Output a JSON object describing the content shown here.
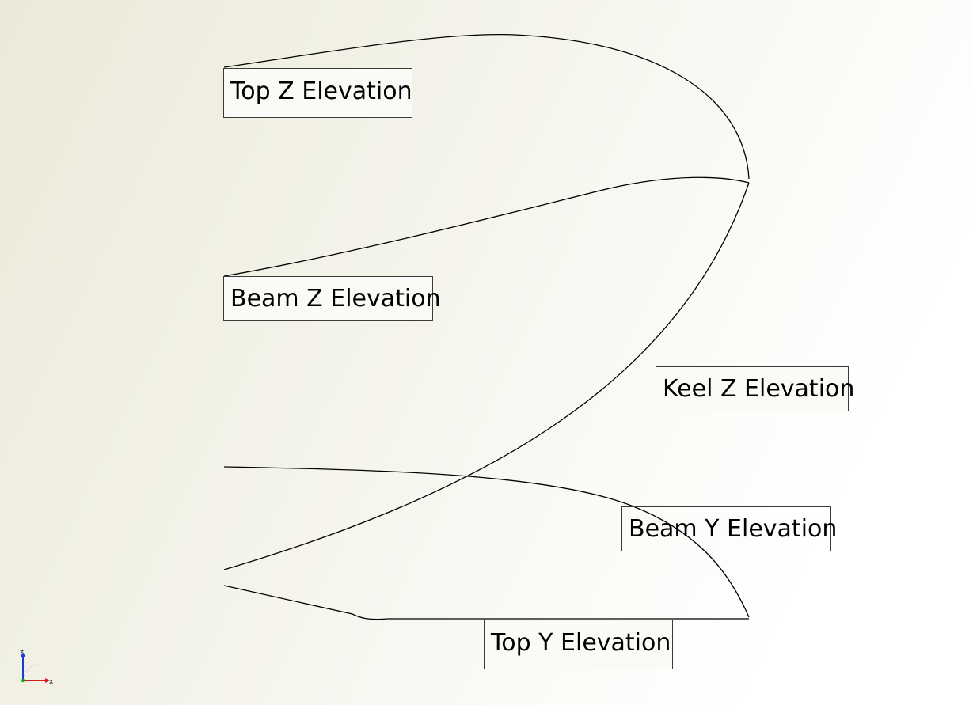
{
  "viewport": {
    "background_start": "#ebe9d8",
    "background_end": "#ffffff",
    "curve_color": "#000000"
  },
  "labels": {
    "top_z": "Top Z Elevation",
    "beam_z": "Beam Z Elevation",
    "keel_z": "Keel Z Elevation",
    "beam_y": "Beam Y Elevation",
    "top_y": "Top Y Elevation"
  },
  "triad": {
    "z_label": "z",
    "x_label": "x",
    "z_color": "#1a3bd6",
    "x_color": "#d61a1a",
    "y_color": "#1aa31a"
  }
}
